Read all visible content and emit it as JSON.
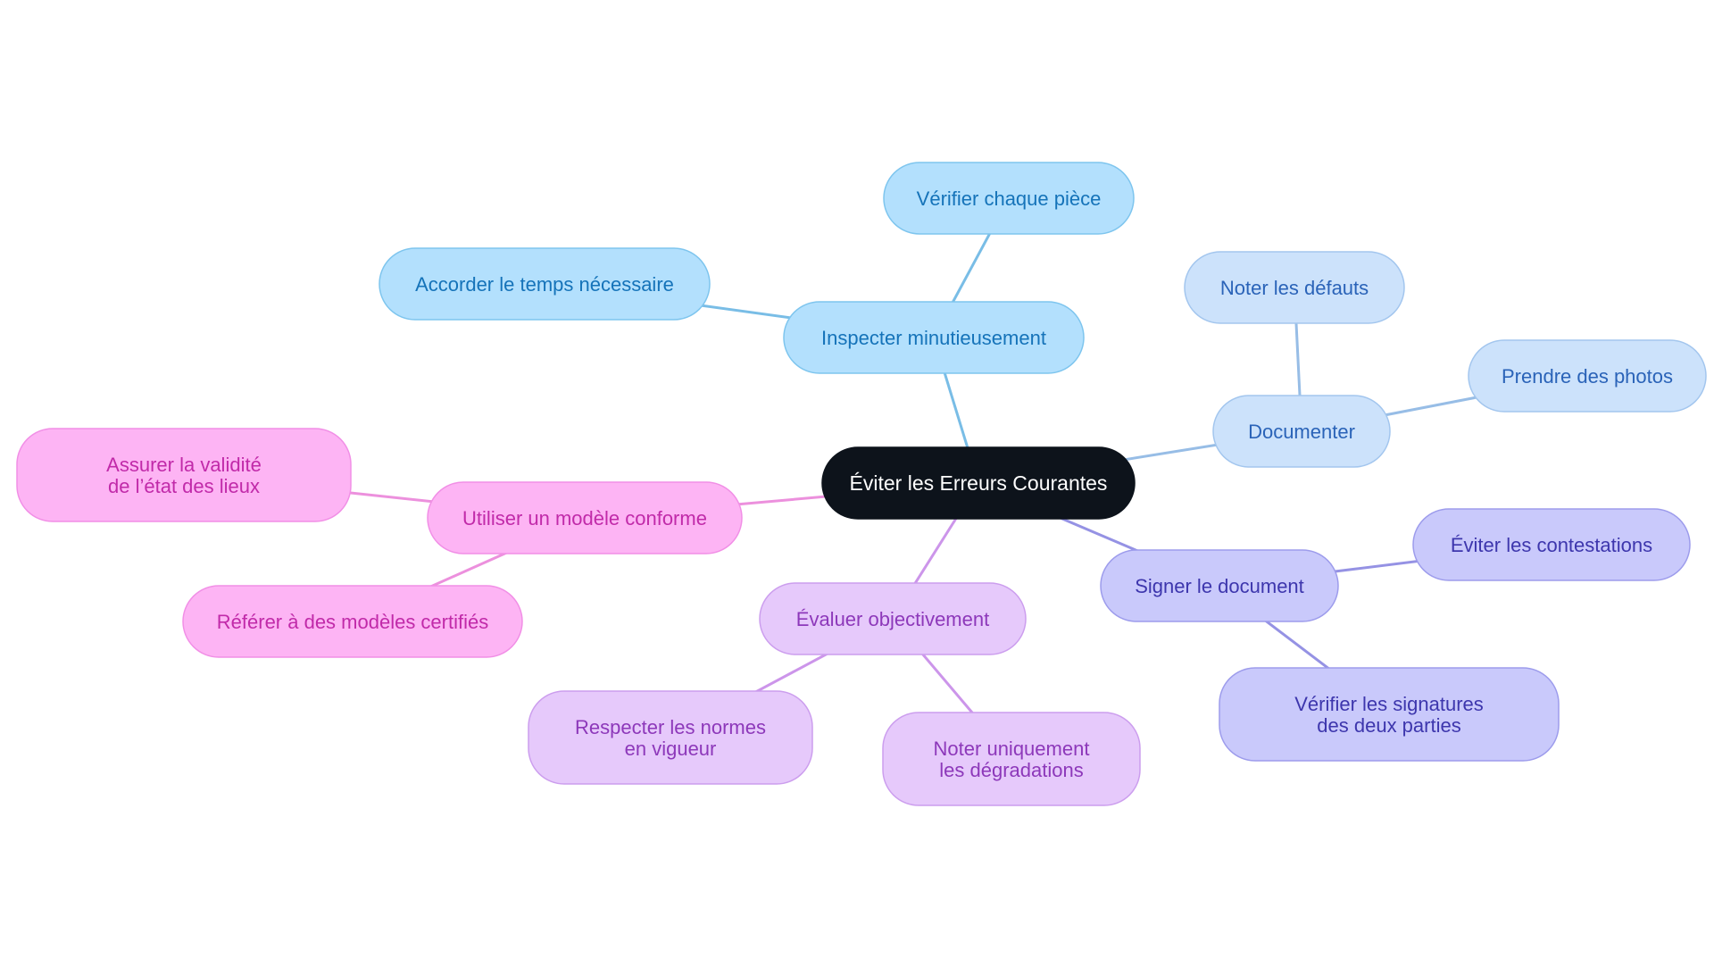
{
  "mindmap": {
    "root": {
      "id": "root",
      "label": "Éviter les Erreurs Courantes",
      "fill": "#0d131b",
      "stroke": "#0d131b",
      "text_color": "#ffffff"
    },
    "branches": [
      {
        "id": "inspecter",
        "label": "Inspecter minutieusement",
        "fill": "#b3e0fd",
        "stroke": "#7ec5ee",
        "text_color": "#1573b9",
        "line_color": "#79bde6",
        "children": [
          {
            "id": "verifier-piece",
            "label": "Vérifier chaque pièce"
          },
          {
            "id": "accorder-temps",
            "label": "Accorder le temps nécessaire"
          }
        ]
      },
      {
        "id": "documenter",
        "label": "Documenter",
        "fill": "#cce2fb",
        "stroke": "#a3c6ee",
        "text_color": "#2a63b8",
        "line_color": "#97bde6",
        "children": [
          {
            "id": "noter-defauts",
            "label": "Noter les défauts"
          },
          {
            "id": "prendre-photos",
            "label": "Prendre des photos"
          }
        ]
      },
      {
        "id": "signer",
        "label": "Signer le document",
        "fill": "#c9c9fb",
        "stroke": "#9d9cec",
        "text_color": "#3d36ad",
        "line_color": "#9592e4",
        "children": [
          {
            "id": "eviter-contestations",
            "label": "Éviter les contestations"
          },
          {
            "id": "verifier-signatures",
            "label": "Vérifier les signatures des deux parties"
          }
        ]
      },
      {
        "id": "evaluer",
        "label": "Évaluer objectivement",
        "fill": "#e6c9fb",
        "stroke": "#cc9eee",
        "text_color": "#8d38ba",
        "line_color": "#cc95ea",
        "children": [
          {
            "id": "respecter-normes",
            "label": "Respecter les normes en vigueur"
          },
          {
            "id": "noter-degradations",
            "label": "Noter uniquement les dégradations"
          }
        ]
      },
      {
        "id": "utiliser-modele",
        "label": "Utiliser un modèle conforme",
        "fill": "#fdb4f4",
        "stroke": "#f18fe6",
        "text_color": "#c12aa9",
        "line_color": "#ec90dd",
        "children": [
          {
            "id": "assurer-validite",
            "label": "Assurer la validité de l’état des lieux"
          },
          {
            "id": "referer-modeles",
            "label": "Référer à des modèles certifiés"
          }
        ]
      }
    ]
  }
}
